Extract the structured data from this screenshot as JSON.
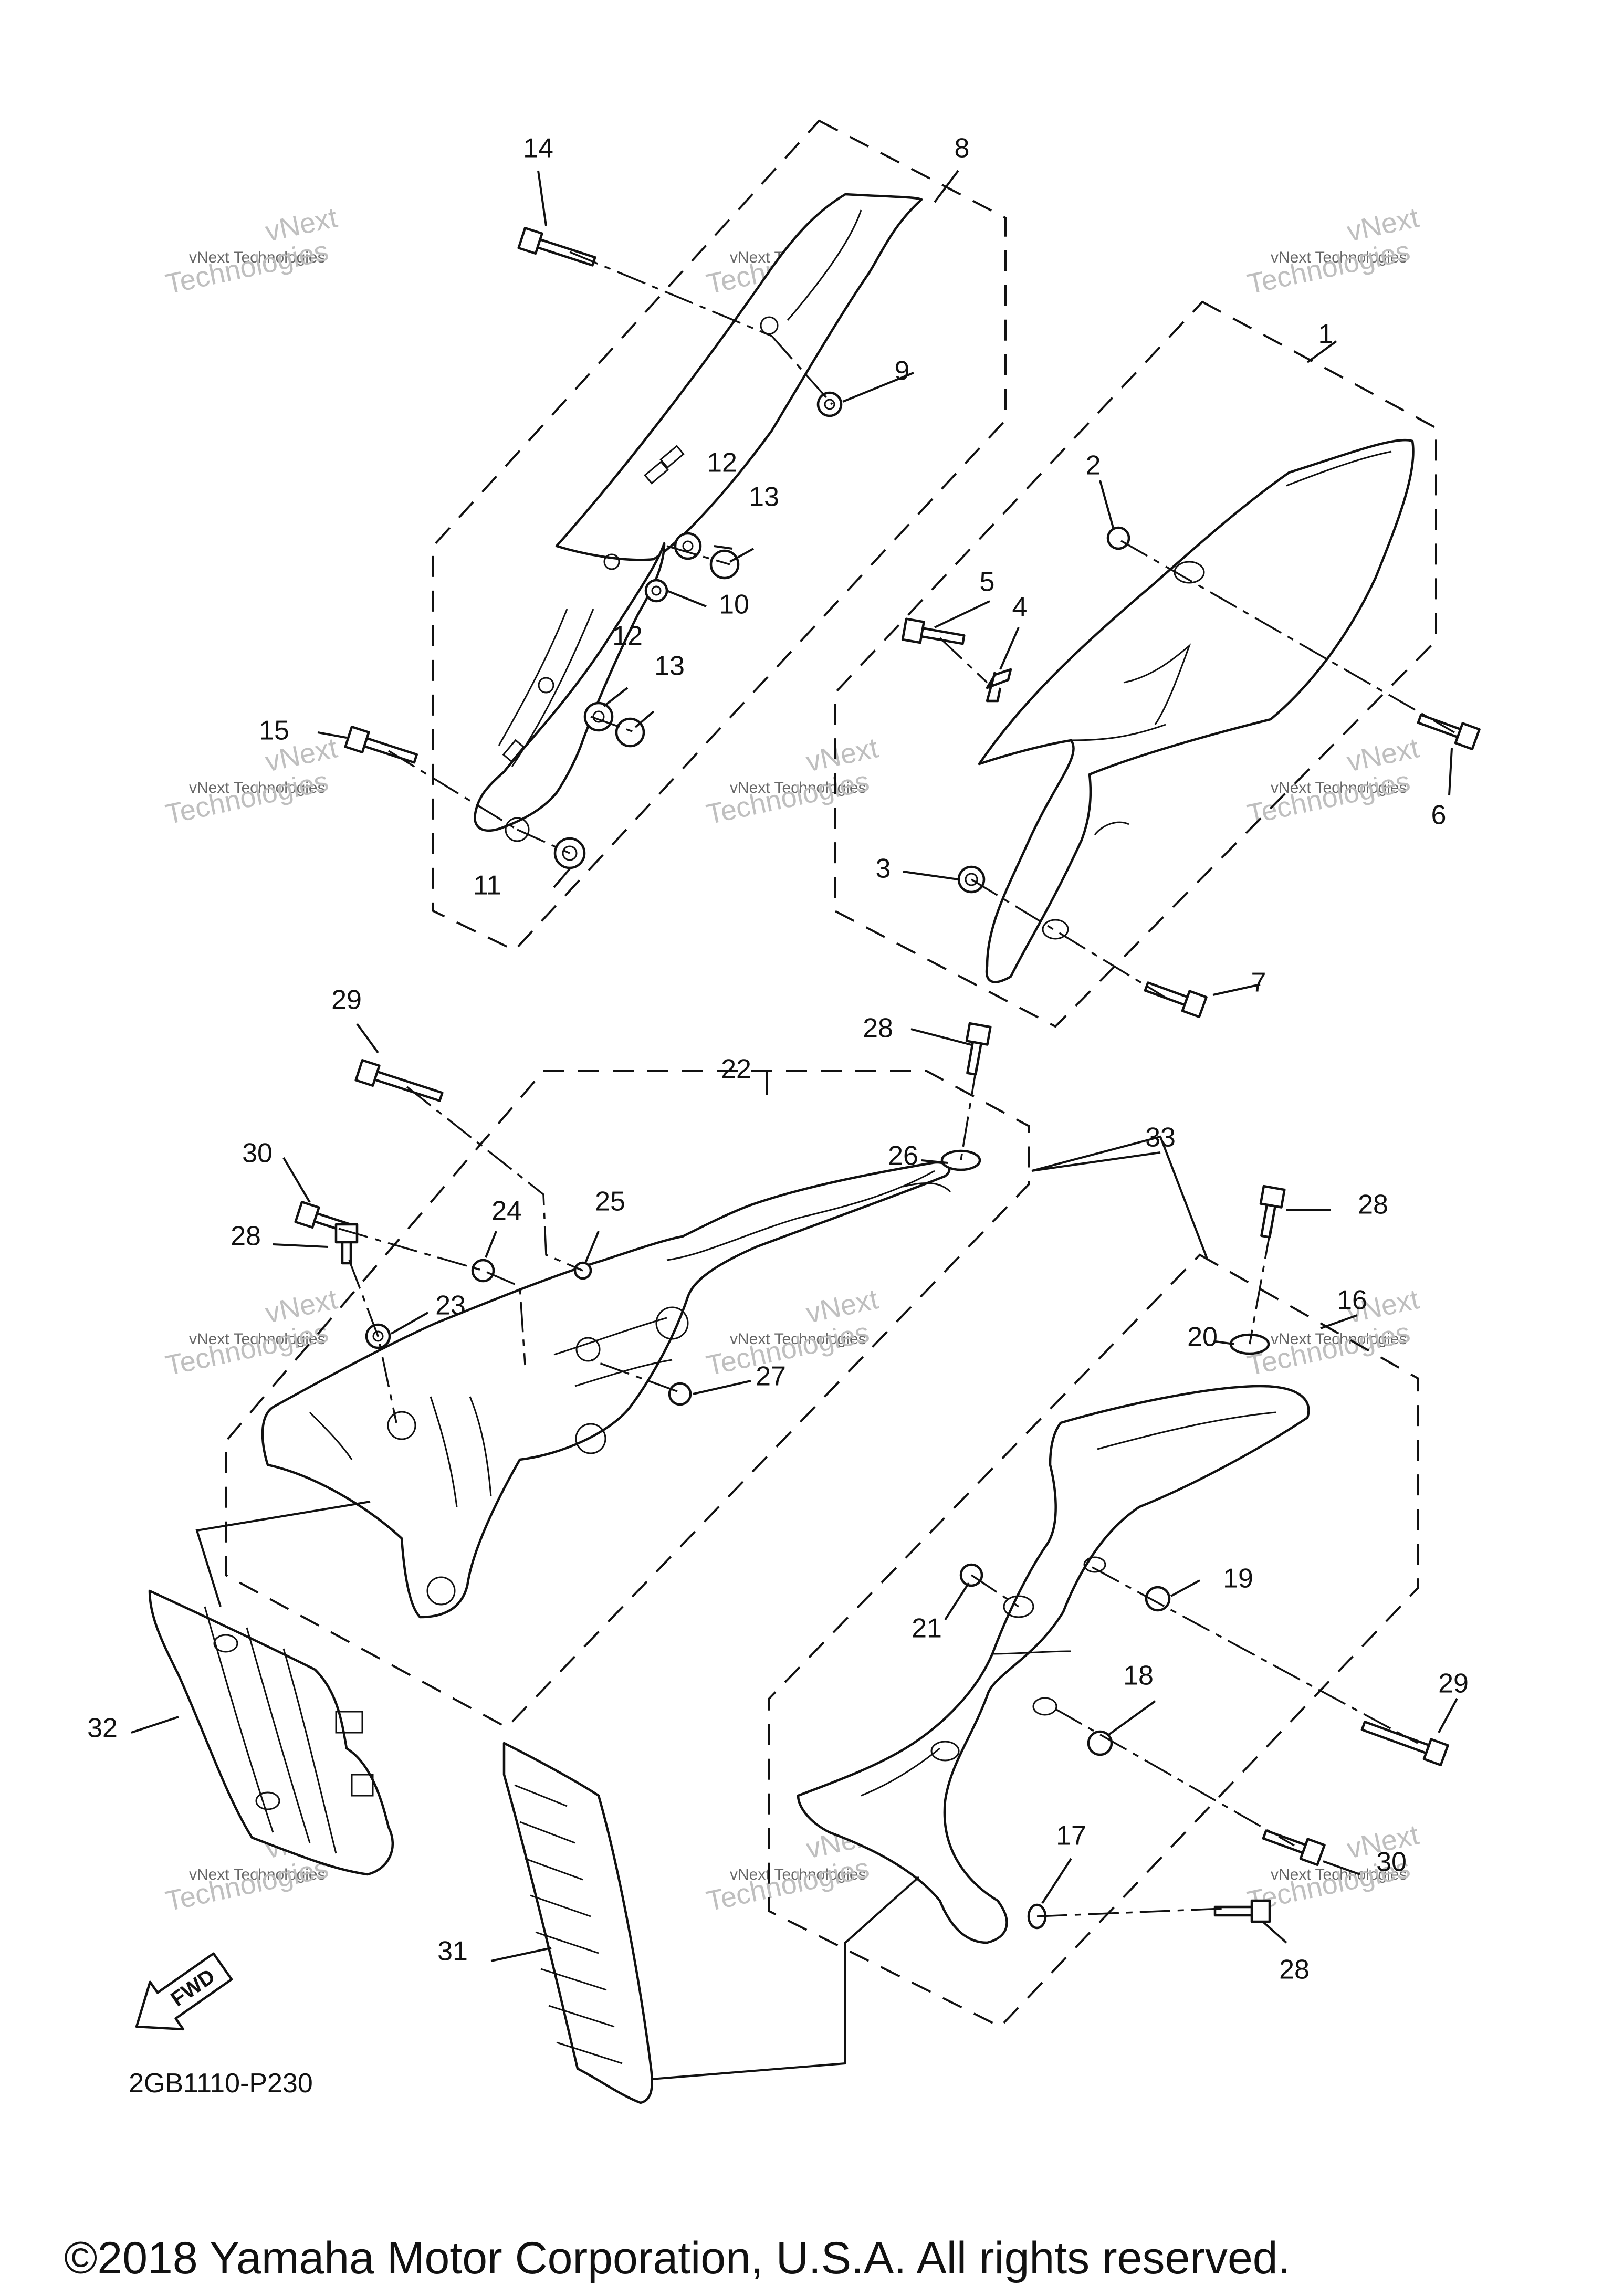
{
  "diagram": {
    "part_code": "2GB1110-P230",
    "copyright": "©2018 Yamaha Motor Corporation, U.S.A. All rights reserved.",
    "fwd_label": "FWD",
    "watermark": {
      "line1": "vNext",
      "line2": "vNext Technologies",
      "line3": "Technologies"
    },
    "callouts": [
      "1",
      "2",
      "3",
      "4",
      "5",
      "6",
      "7",
      "8",
      "9",
      "10",
      "11",
      "12",
      "12",
      "13",
      "13",
      "14",
      "15",
      "16",
      "17",
      "18",
      "19",
      "20",
      "21",
      "22",
      "23",
      "24",
      "25",
      "26",
      "27",
      "28",
      "28",
      "28",
      "28",
      "29",
      "29",
      "30",
      "30",
      "31",
      "32",
      "33"
    ]
  }
}
